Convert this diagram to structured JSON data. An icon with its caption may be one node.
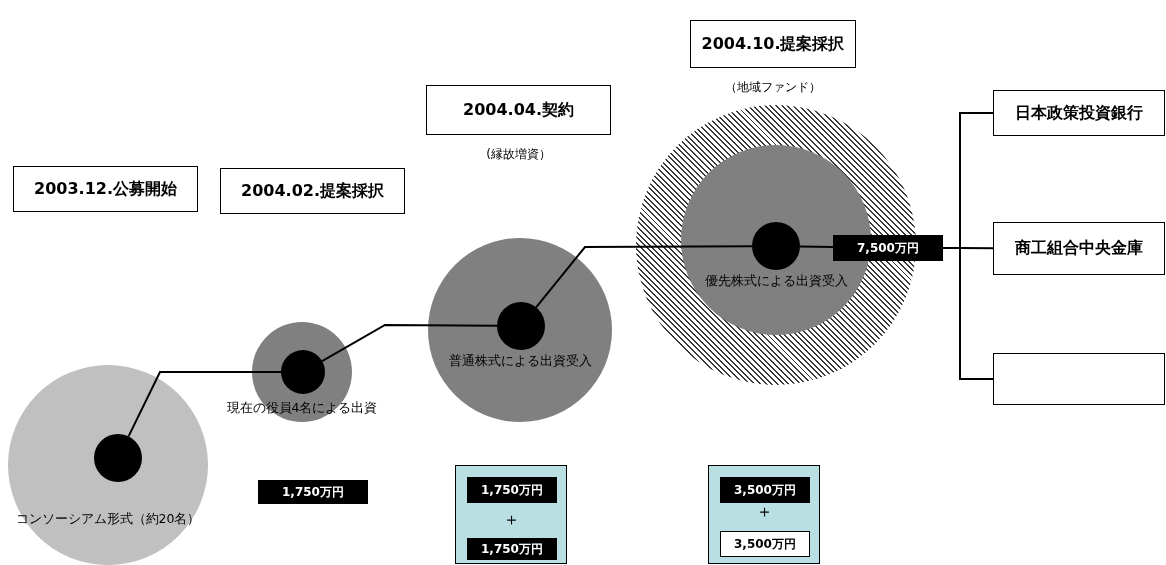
{
  "diagram": {
    "nodes": [
      {
        "text": [
          "2003.12.公募開始"
        ]
      },
      {
        "text": [
          "2004.02.提案採択"
        ]
      },
      {
        "text": [
          "2004.04.契約"
        ],
        "beside": [
          "(縁故増資）"
        ]
      },
      {
        "text": [
          "2004.10.提案採択"
        ],
        "beside": [
          "（地域ファンド）"
        ]
      },
      {
        "text": [
          "コンソーシアム形式（約20名）"
        ]
      },
      {
        "text": [],
        "shape": "circle",
        "in": 4
      },
      {
        "text": [
          "現在の役員4名による出資"
        ]
      },
      {
        "text": [],
        "shape": "circle",
        "in": 6
      },
      {
        "text": [
          "普通株式による出資受入"
        ]
      },
      {
        "text": [],
        "shape": "circle",
        "in": 8
      },
      {
        "text": [],
        "shape": "circle"
      },
      {
        "text": [
          "優先株式による出資受入"
        ],
        "in": 10
      },
      {
        "text": [],
        "shape": "circle",
        "in": 11
      },
      {
        "text": [
          "7,500万円"
        ]
      },
      {
        "text": [
          "日本政策投資銀行"
        ]
      },
      {
        "text": [
          "商工組合中央金庫"
        ]
      },
      {
        "text": [],
        "shape": "box"
      },
      {
        "text": [
          "1,750万円"
        ]
      },
      {
        "text": [
          "＋"
        ]
      },
      {
        "text": [
          "1,750万円"
        ],
        "in": 18
      },
      {
        "text": [
          "1,750万円"
        ],
        "in": 18
      },
      {
        "text": [
          "＋"
        ]
      },
      {
        "text": [
          "3,500万円"
        ],
        "in": 21
      },
      {
        "text": [
          "3,500万円"
        ],
        "in": 21
      }
    ],
    "edges": [
      {
        "from": 5,
        "to": 7,
        "arrow": "none"
      },
      {
        "from": 7,
        "to": 9,
        "arrow": "none"
      },
      {
        "from": 9,
        "to": 12,
        "arrow": "none"
      },
      {
        "from": 12,
        "to": 13,
        "arrow": "none"
      },
      {
        "from": 13,
        "to": 14,
        "arrow": "none"
      },
      {
        "from": 13,
        "to": 15,
        "arrow": "none"
      },
      {
        "from": 13,
        "to": 16,
        "arrow": "none"
      }
    ]
  }
}
